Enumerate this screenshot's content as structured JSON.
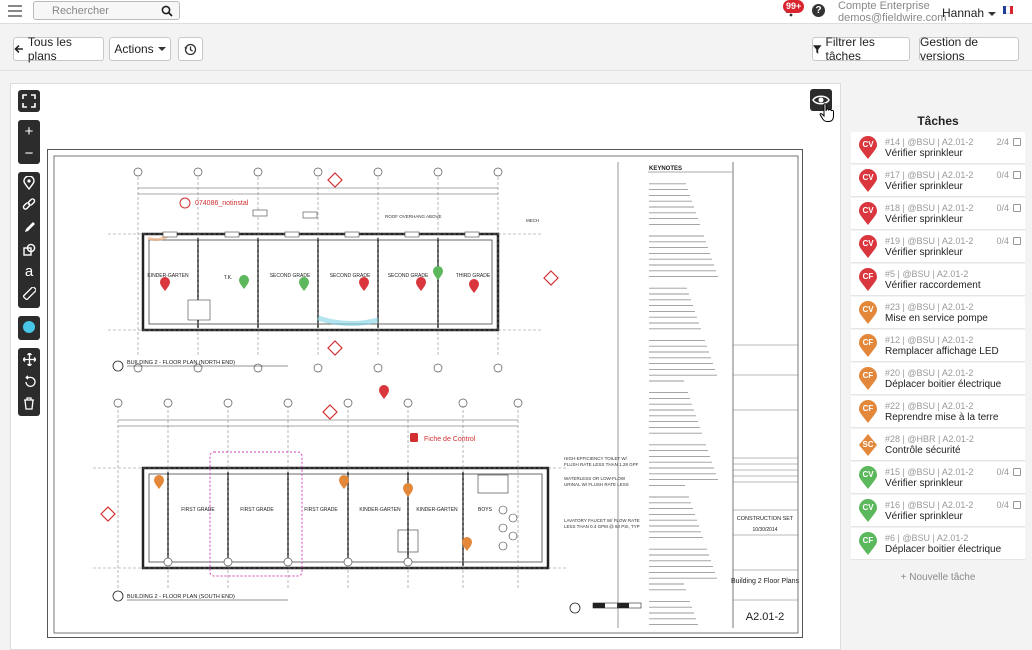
{
  "header": {
    "search_placeholder": "Rechercher",
    "notification_badge": "99+",
    "help_label": "?",
    "account_name": "Compte Enterprise",
    "account_email": "demos@fieldwire.com",
    "user_name": "Hannah"
  },
  "toolbar": {
    "all_plans": "Tous les plans",
    "actions": "Actions",
    "filter_tasks": "Filtrer les tâches",
    "version_management": "Gestion de versions"
  },
  "plan": {
    "markers": [
      {
        "label": "074086_notinstal"
      },
      {
        "label": "Fiche de Control"
      }
    ],
    "title_block": {
      "keynotes": "KEYNOTES",
      "set_title": "CONSTRUCTION SET",
      "date": "10/30/2014",
      "drawing_name": "Building 2 Floor Plans",
      "sheet": "A2.01-2"
    },
    "captions": [
      {
        "text": "BUILDING 2 - FLOOR PLAN (NORTH END)"
      },
      {
        "text": "BUILDING 2 - FLOOR PLAN (SOUTH END)"
      }
    ],
    "rooms": [
      "KINDER-GARTEN",
      "T.K.",
      "SECOND GRADE",
      "SECOND GRADE",
      "SECOND GRADE",
      "THIRD GRADE",
      "FIRST GRADE",
      "FIRST GRADE",
      "FIRST GRADE",
      "KINDER-GARTEN",
      "KINDER-GARTEN",
      "BOYS"
    ]
  },
  "tasks_panel": {
    "title": "Tâches",
    "items": [
      {
        "code": "CV",
        "color": "#d9363e",
        "meta": "#14 | @BSU | A2.01-2",
        "title": "Vérifier sprinkleur",
        "count": "2/4"
      },
      {
        "code": "CV",
        "color": "#d9363e",
        "meta": "#17 | @BSU | A2.01-2",
        "title": "Vérifier sprinkleur",
        "count": "0/4"
      },
      {
        "code": "CV",
        "color": "#d9363e",
        "meta": "#18 | @BSU | A2.01-2",
        "title": "Vérifier sprinkleur",
        "count": "0/4"
      },
      {
        "code": "CV",
        "color": "#d9363e",
        "meta": "#19 | @BSU | A2.01-2",
        "title": "Vérifier sprinkleur",
        "count": "0/4"
      },
      {
        "code": "CF",
        "color": "#d9363e",
        "meta": "#5 | @BSU | A2.01-2",
        "title": "Vérifier raccordement",
        "count": ""
      },
      {
        "code": "CV",
        "color": "#e3883a",
        "meta": "#23 | @BSU | A2.01-2",
        "title": "Mise en service pompe",
        "count": ""
      },
      {
        "code": "CF",
        "color": "#e3883a",
        "meta": "#12 | @BSU | A2.01-2",
        "title": "Remplacer affichage LED",
        "count": ""
      },
      {
        "code": "CF",
        "color": "#e3883a",
        "meta": "#20 | @BSU | A2.01-2",
        "title": "Déplacer boitier électrique",
        "count": ""
      },
      {
        "code": "CF",
        "color": "#e3883a",
        "meta": "#22 | @BSU | A2.01-2",
        "title": "Reprendre mise à la terre",
        "count": ""
      },
      {
        "code": "SC",
        "color": "#e3883a",
        "meta": "#28 | @HBR | A2.01-2",
        "title": "Contrôle sécurité",
        "count": ""
      },
      {
        "code": "CV",
        "color": "#5cb85c",
        "meta": "#15 | @BSU | A2.01-2",
        "title": "Vérifier sprinkleur",
        "count": "0/4"
      },
      {
        "code": "CV",
        "color": "#5cb85c",
        "meta": "#16 | @BSU | A2.01-2",
        "title": "Vérifier sprinkleur",
        "count": "0/4"
      },
      {
        "code": "CF",
        "color": "#5cb85c",
        "meta": "#6 | @BSU | A2.01-2",
        "title": "Déplacer boitier électrique",
        "count": ""
      }
    ],
    "new_task": "+ Nouvelle tâche"
  }
}
